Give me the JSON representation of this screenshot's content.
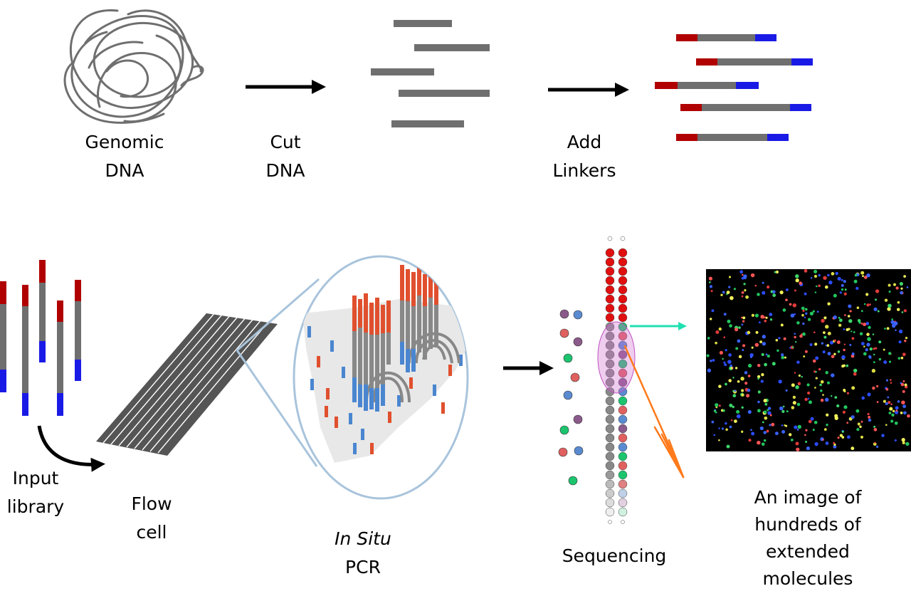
{
  "labels": {
    "genomic_dna": [
      "Genomic",
      "DNA"
    ],
    "cut_dna": [
      "Cut",
      "DNA"
    ],
    "add_linkers": [
      "Add",
      "Linkers"
    ],
    "input_library": [
      "Input",
      "library"
    ],
    "flow_cell": [
      "Flow",
      "cell"
    ],
    "in_situ_pcr": [
      "In Situ",
      "PCR"
    ],
    "sequencing": [
      "Sequencing"
    ],
    "image_caption": [
      "An image of",
      "hundreds of",
      "extended",
      "molecules"
    ]
  },
  "colors": {
    "dna_gray": "#6f6f6f",
    "linker_red": "#b00000",
    "linker_blue": "#1a1ae6",
    "arrow": "#000000",
    "cluster_red": "#e0502e",
    "cluster_blue": "#4a86d0",
    "lens_outline": "#a9c4dc",
    "sequencing_red": "#e01010",
    "dye_green": "#1cc46e",
    "dye_purple": "#8a5a8a",
    "dye_salmon": "#e06060",
    "dye_blue": "#5a8ad0",
    "highlight_pink": "#d070d0",
    "pointer_cyan": "#20e0b0",
    "pointer_orange": "#ff7a1a",
    "image_background": "#000000"
  }
}
